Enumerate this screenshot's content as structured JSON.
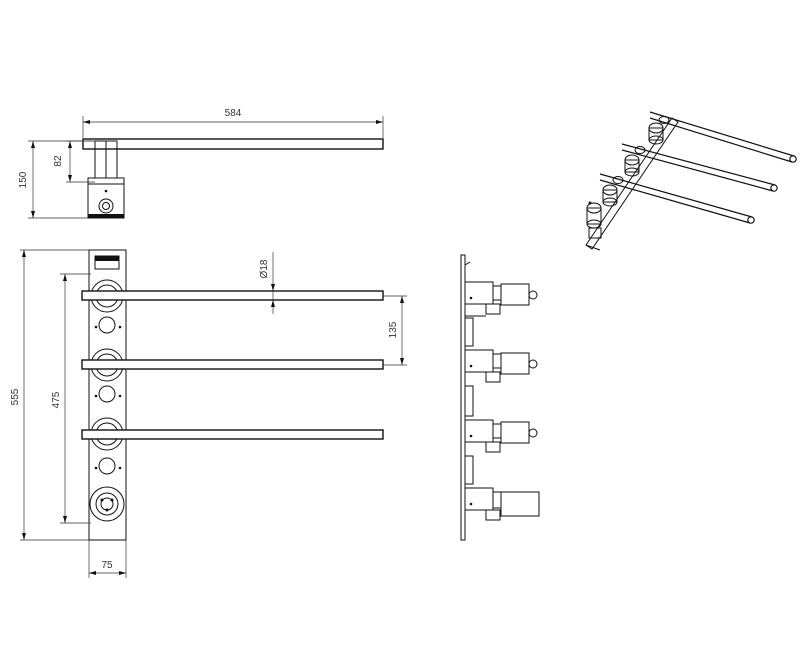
{
  "dimensions": {
    "top_length": "584",
    "top_height": "150",
    "top_depth": "82",
    "total_height": "555",
    "bar_spacing_height": "475",
    "bar_pitch": "135",
    "bar_diameter": "Ø18",
    "plate_width": "75"
  }
}
